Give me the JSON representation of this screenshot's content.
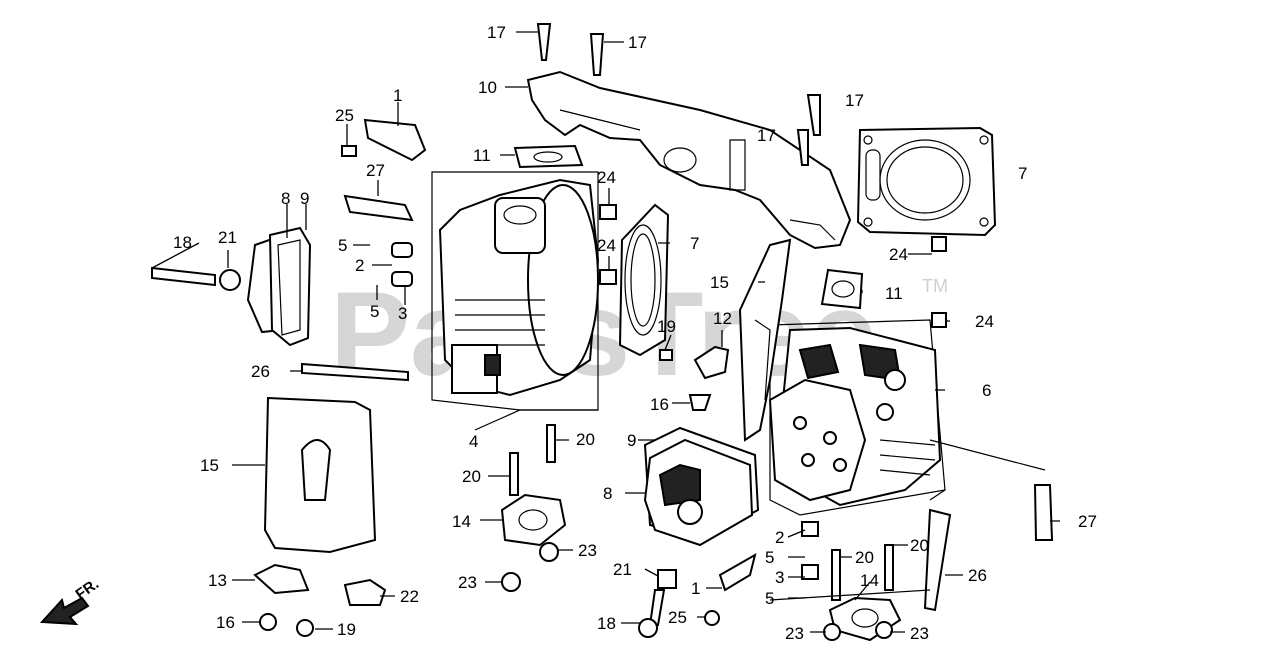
{
  "watermark": {
    "text": "PartsTree",
    "trademark": "TM"
  },
  "direction_indicator": {
    "label": "FR."
  },
  "callouts": [
    {
      "id": "c17a",
      "text": "17"
    },
    {
      "id": "c17b",
      "text": "17"
    },
    {
      "id": "c17c",
      "text": "17"
    },
    {
      "id": "c17d",
      "text": "17"
    },
    {
      "id": "c10",
      "text": "10"
    },
    {
      "id": "c1a",
      "text": "1"
    },
    {
      "id": "c25a",
      "text": "25"
    },
    {
      "id": "c11a",
      "text": "11"
    },
    {
      "id": "c27a",
      "text": "27"
    },
    {
      "id": "c8a",
      "text": "8"
    },
    {
      "id": "c9a",
      "text": "9"
    },
    {
      "id": "c18a",
      "text": "18"
    },
    {
      "id": "c21a",
      "text": "21"
    },
    {
      "id": "c5a",
      "text": "5"
    },
    {
      "id": "c2a",
      "text": "2"
    },
    {
      "id": "c5b",
      "text": "5"
    },
    {
      "id": "c3a",
      "text": "3"
    },
    {
      "id": "c24a",
      "text": "24"
    },
    {
      "id": "c24b",
      "text": "24"
    },
    {
      "id": "c7a",
      "text": "7"
    },
    {
      "id": "c7b",
      "text": "7"
    },
    {
      "id": "c24c",
      "text": "24"
    },
    {
      "id": "c11b",
      "text": "11"
    },
    {
      "id": "c24d",
      "text": "24"
    },
    {
      "id": "c15a",
      "text": "15"
    },
    {
      "id": "c12",
      "text": "12"
    },
    {
      "id": "c19a",
      "text": "19"
    },
    {
      "id": "c6",
      "text": "6"
    },
    {
      "id": "c26a",
      "text": "26"
    },
    {
      "id": "c16a",
      "text": "16"
    },
    {
      "id": "c4",
      "text": "4"
    },
    {
      "id": "c20a",
      "text": "20"
    },
    {
      "id": "c9b",
      "text": "9"
    },
    {
      "id": "c15b",
      "text": "15"
    },
    {
      "id": "c20b",
      "text": "20"
    },
    {
      "id": "c8b",
      "text": "8"
    },
    {
      "id": "c27b",
      "text": "27"
    },
    {
      "id": "c14a",
      "text": "14"
    },
    {
      "id": "c2b",
      "text": "2"
    },
    {
      "id": "c23a",
      "text": "23"
    },
    {
      "id": "c5c",
      "text": "5"
    },
    {
      "id": "c20c",
      "text": "20"
    },
    {
      "id": "c20d",
      "text": "20"
    },
    {
      "id": "c21b",
      "text": "21"
    },
    {
      "id": "c3b",
      "text": "3"
    },
    {
      "id": "c26b",
      "text": "26"
    },
    {
      "id": "c13",
      "text": "13"
    },
    {
      "id": "c1b",
      "text": "1"
    },
    {
      "id": "c14b",
      "text": "14"
    },
    {
      "id": "c5d",
      "text": "5"
    },
    {
      "id": "c22",
      "text": "22"
    },
    {
      "id": "c23b",
      "text": "23"
    },
    {
      "id": "c16b",
      "text": "16"
    },
    {
      "id": "c19b",
      "text": "19"
    },
    {
      "id": "c18b",
      "text": "18"
    },
    {
      "id": "c25b",
      "text": "25"
    },
    {
      "id": "c23c",
      "text": "23"
    },
    {
      "id": "c23d",
      "text": "23"
    }
  ]
}
